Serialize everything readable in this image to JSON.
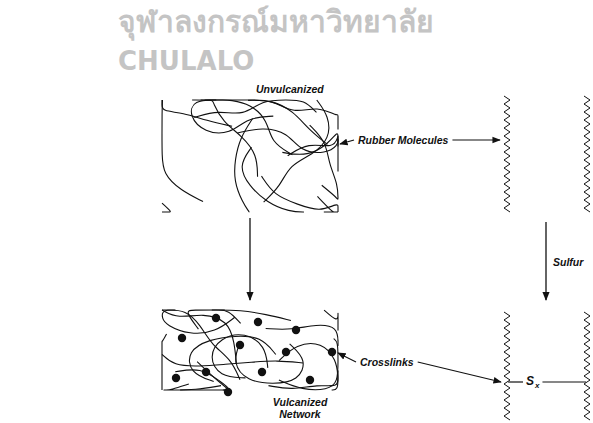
{
  "diagram": {
    "labels": [
      "จุฬาลงกรณ์มหาวิทยาลัย",
      "CHULALO",
      "Unvulcanized",
      "Rubber Molecules",
      "Sulfur",
      "Crosslinks",
      "S",
      "x",
      "Vulcanized Network"
    ]
  }
}
